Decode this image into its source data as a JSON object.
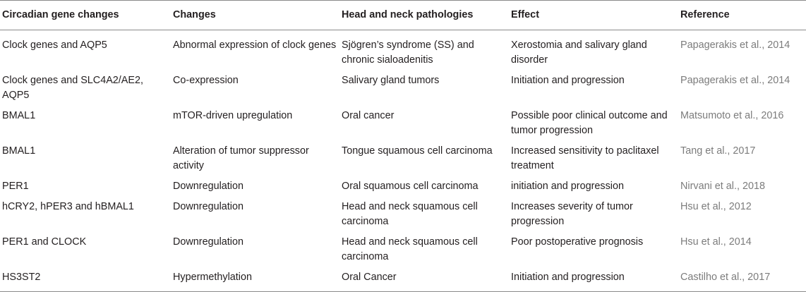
{
  "headers": [
    "Circadian gene changes",
    "Changes",
    "Head and neck pathologies",
    "Effect",
    "Reference"
  ],
  "rows": [
    {
      "gene": "Clock genes and AQP5",
      "changes": "Abnormal expression of clock genes",
      "pathology": "Sjögren’s syndrome (SS) and chronic sialoadenitis",
      "effect": "Xerostomia and salivary gland disorder",
      "reference": "Papagerakis et al., 2014"
    },
    {
      "gene": "Clock genes and SLC4A2/AE2, AQP5",
      "changes": "Co-expression",
      "pathology": "Salivary gland tumors",
      "effect": "Initiation and progression",
      "reference": "Papagerakis et al., 2014"
    },
    {
      "gene": "BMAL1",
      "changes": "mTOR-driven upregulation",
      "pathology": "Oral cancer",
      "effect": "Possible poor clinical outcome and tumor progression",
      "reference": "Matsumoto et al., 2016"
    },
    {
      "gene": "BMAL1",
      "changes": "Alteration of tumor suppressor activity",
      "pathology": "Tongue squamous cell carcinoma",
      "effect": "Increased sensitivity to paclitaxel treatment",
      "reference": "Tang et al., 2017"
    },
    {
      "gene": "PER1",
      "changes": "Downregulation",
      "pathology": "Oral squamous cell carcinoma",
      "effect": "initiation and progression",
      "reference": "Nirvani et al., 2018"
    },
    {
      "gene": "hCRY2, hPER3 and hBMAL1",
      "changes": "Downregulation",
      "pathology": "Head and neck squamous cell carcinoma",
      "effect": "Increases severity of tumor progression",
      "reference": "Hsu et al., 2012"
    },
    {
      "gene": "PER1 and CLOCK",
      "changes": "Downregulation",
      "pathology": "Head and neck squamous cell carcinoma",
      "effect": "Poor postoperative prognosis",
      "reference": "Hsu et al., 2014"
    },
    {
      "gene": "HS3ST2",
      "changes": "Hypermethylation",
      "pathology": "Oral Cancer",
      "effect": "Initiation and progression",
      "reference": "Castilho et al., 2017"
    }
  ]
}
